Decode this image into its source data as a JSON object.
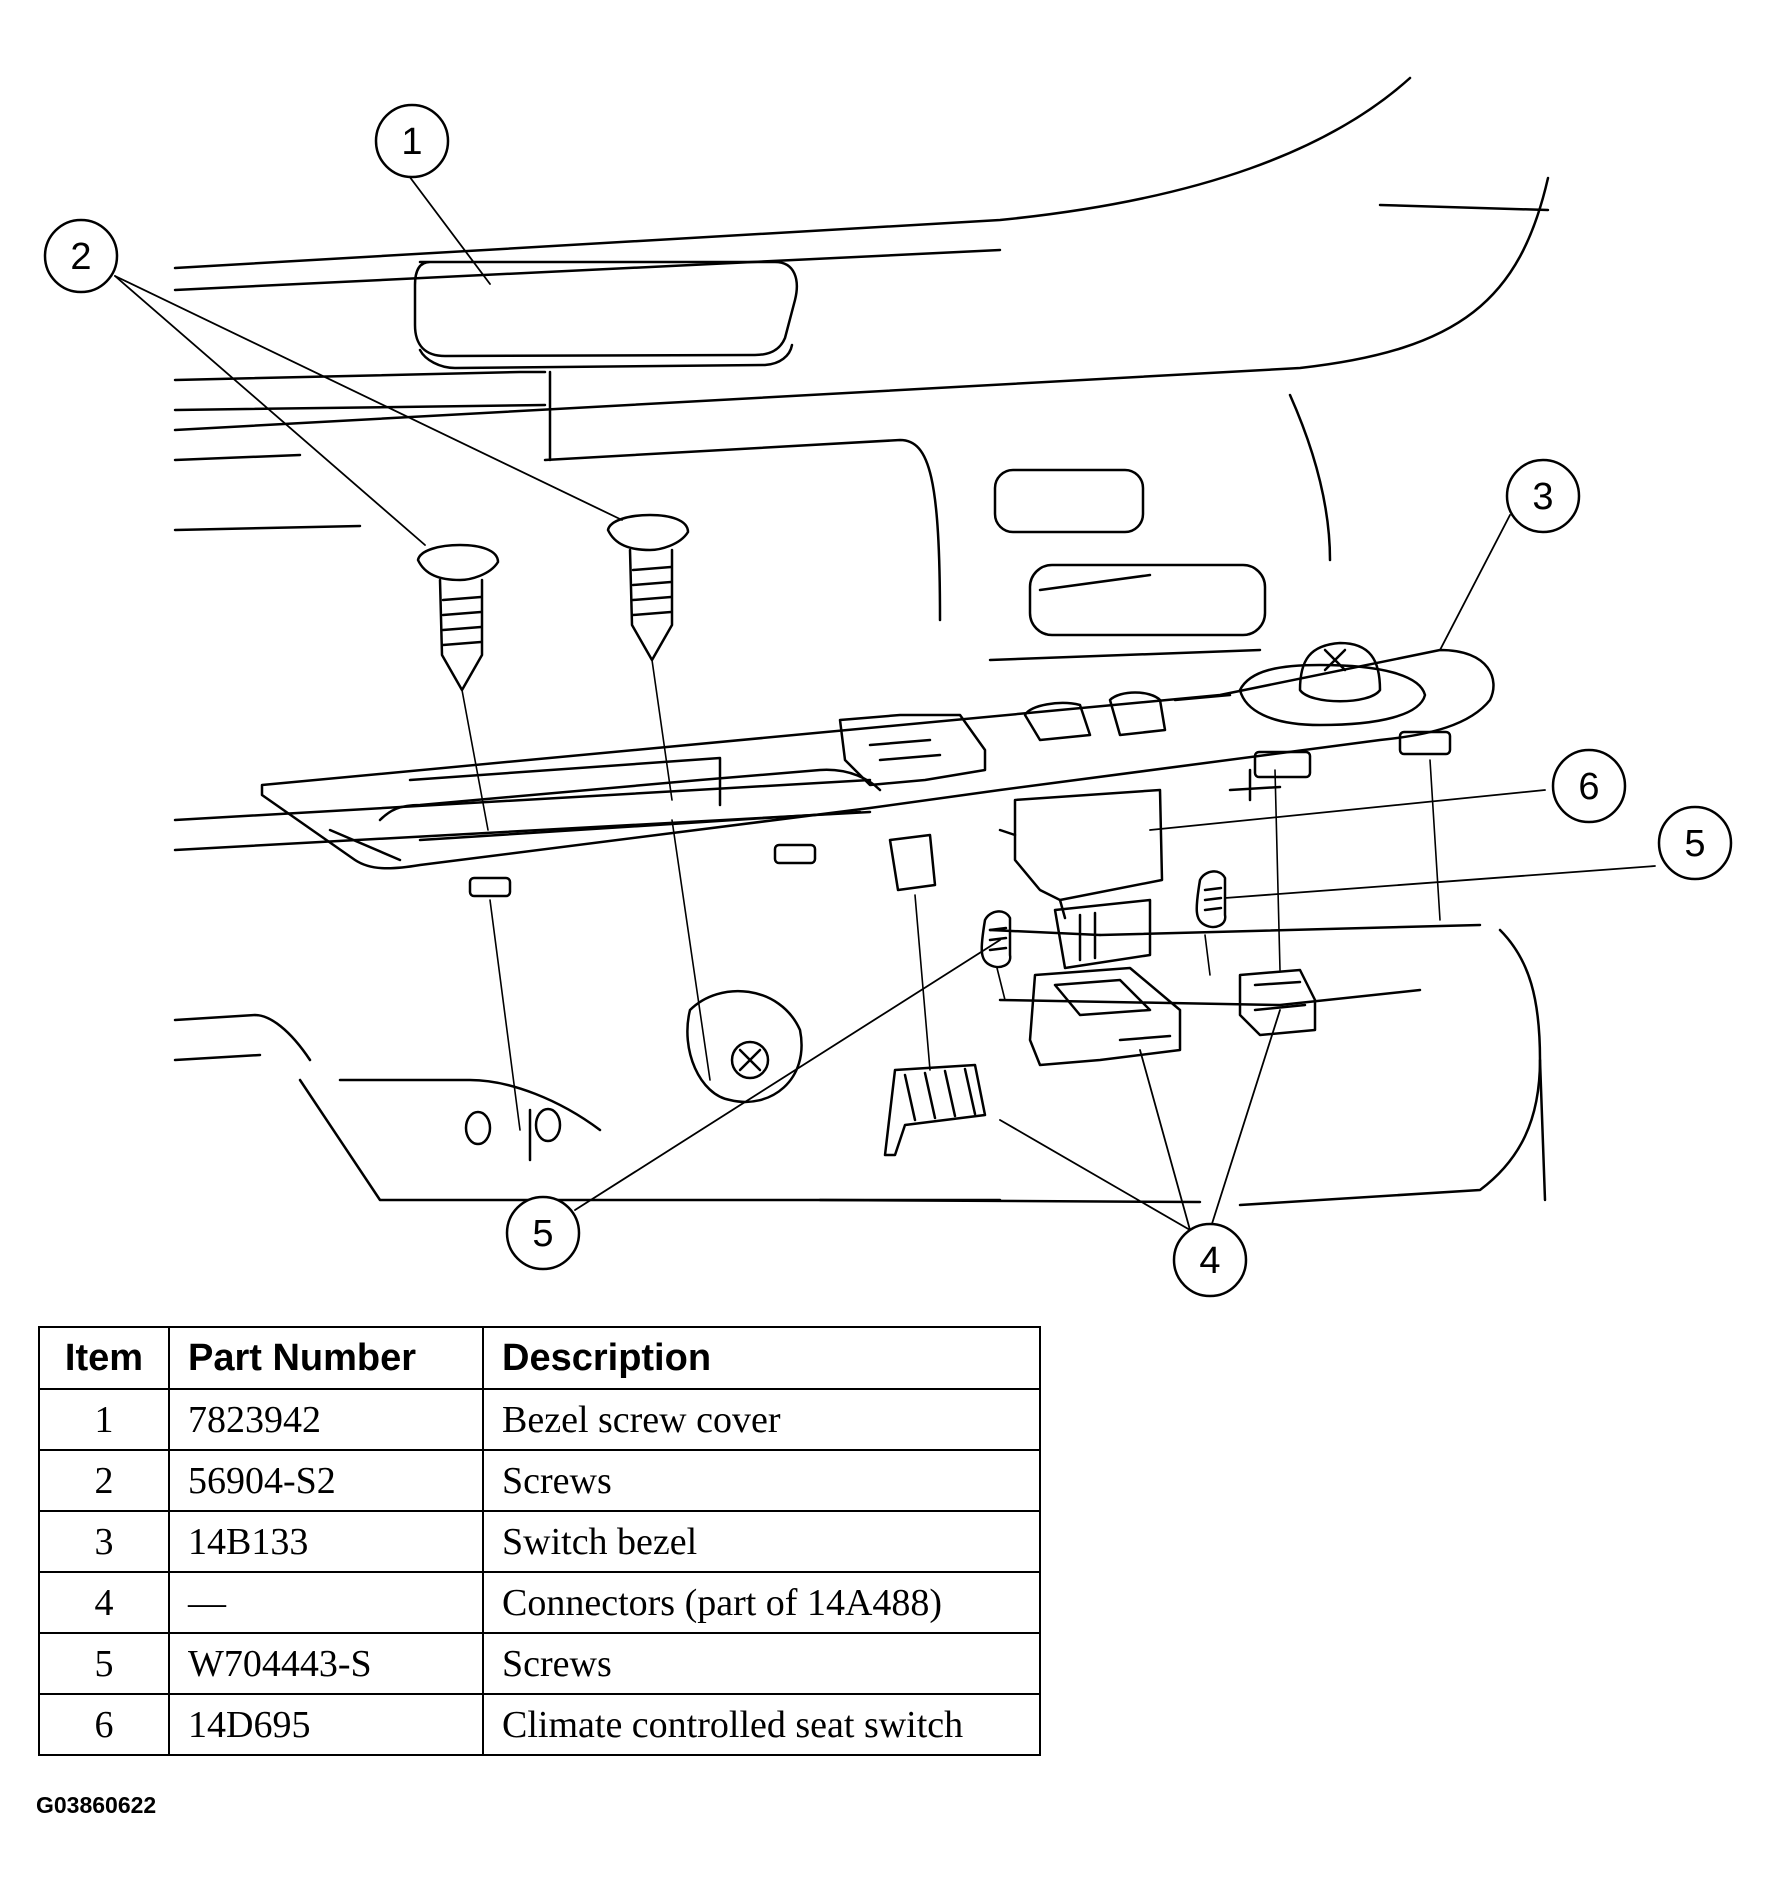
{
  "callouts": [
    "1",
    "2",
    "3",
    "4",
    "5",
    "5",
    "6"
  ],
  "table": {
    "headers": [
      "Item",
      "Part Number",
      "Description"
    ],
    "rows": [
      {
        "item": "1",
        "part_number": "7823942",
        "description": "Bezel screw cover"
      },
      {
        "item": "2",
        "part_number": "56904-S2",
        "description": "Screws"
      },
      {
        "item": "3",
        "part_number": "14B133",
        "description": "Switch bezel"
      },
      {
        "item": "4",
        "part_number": "—",
        "description": "Connectors (part of 14A488)"
      },
      {
        "item": "5",
        "part_number": "W704443-S",
        "description": "Screws"
      },
      {
        "item": "6",
        "part_number": "14D695",
        "description": "Climate controlled seat switch"
      }
    ]
  },
  "figure_code": "G03860622"
}
